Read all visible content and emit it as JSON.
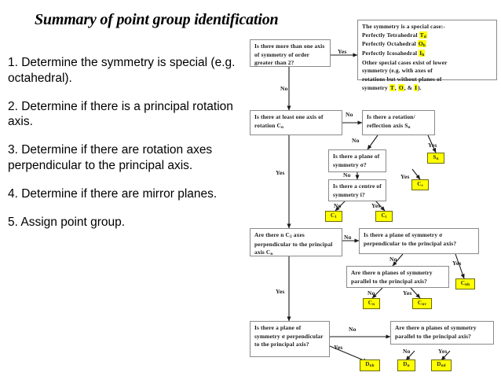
{
  "slide": {
    "title": "Summary of point group identification",
    "steps": [
      "1. Determine the symmetry is special (e.g. octahedral).",
      "2. Determine if there is a principal rotation axis.",
      "3. Determine if there are rotation axes perpendicular to the principal axis.",
      "4. Determine if there are mirror planes.",
      "5. Assign point group."
    ]
  },
  "flowchart": {
    "colors": {
      "terminal_fill": "#ffff00",
      "terminal_border": "#6b6b00",
      "box_border": "#8a8a8a",
      "line": "#1a1a1a",
      "text": "#1a1a1a"
    },
    "decisions": {
      "d1": "Is there more than one axis  of symmetry of order greater than 2?",
      "d2": "Is there at least one axis of rotation Cₙ",
      "d3": "Is there a rotation/ reflection axis Sₙ",
      "d4": "Is there a plane of symmetry σ?",
      "d5": "Is there a centre of symmetry i?",
      "d6": "Are there n C₂ axes perpendicular to the principal axis Cₙ",
      "d7": "Is there a plane of symmetry σ perpendicular to the principal axis?",
      "d8": "Are there n planes of symmetry parallel to the principal axis?",
      "d9": "Is there a plane of symmetry σ perpendicular to the principal axis?",
      "d10": "Are there n planes of symmetry parallel to the principal axis?"
    },
    "special_case": {
      "line1": "The symmetry is a special case:-",
      "line2_text": "Perfectly Tetrahedral",
      "line2_sym": "Td",
      "line3_text": "Perfectly Octahedral",
      "line3_sym": "Oh",
      "line4_text": "Perfectly Icosahedral",
      "line4_sym": "Ih",
      "line5": "Other special cases exist of lower",
      "line6": "symmetry (e.g. with axes of",
      "line7": "rotations but without planes of",
      "line8_pre": "symmetry",
      "line8_s1": "T",
      "line8_sep1": ",",
      "line8_s2": "O",
      "line8_sep2": ", &",
      "line8_s3": "I",
      "line8_post": ")."
    },
    "terminals": {
      "sn": "Sn",
      "cs": "Cs",
      "c1": "C1",
      "ci": "Ci",
      "cnh": "Cnh",
      "cn": "Cn",
      "cnv": "Cnv",
      "dnh": "Dnh",
      "dn": "Dn",
      "dnd": "Dnd"
    },
    "edge_labels": {
      "yes": "Yes",
      "no": "No"
    }
  }
}
